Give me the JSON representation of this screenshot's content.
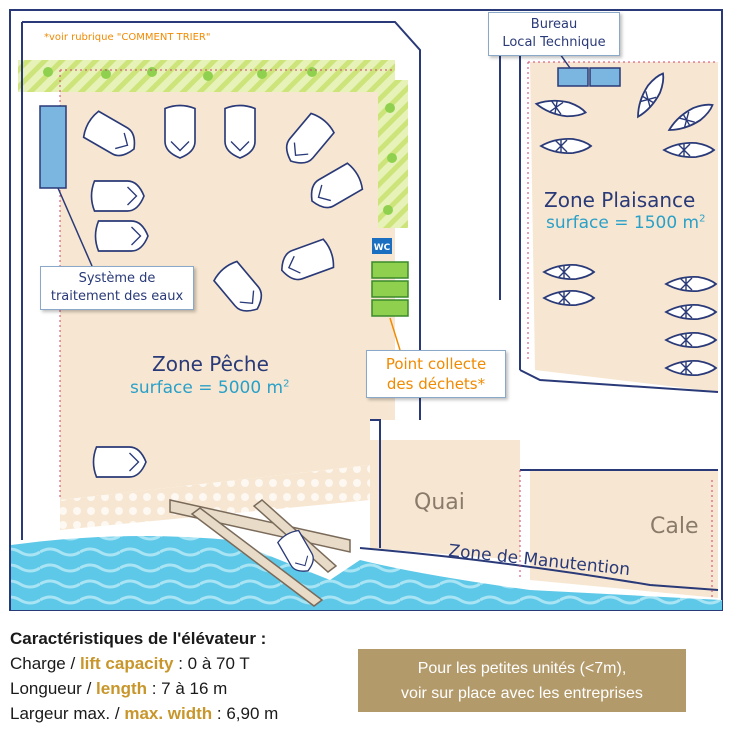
{
  "map": {
    "note_trier": "*voir rubrique \"COMMENT TRIER\"",
    "bureau_line1": "Bureau",
    "bureau_line2": "Local Technique",
    "traitement_line1": "Système de",
    "traitement_line2": "traitement des eaux",
    "wc": "WC",
    "collecte_line1": "Point collecte",
    "collecte_line2": "des déchets*",
    "zone_peche": {
      "title": "Zone Pêche",
      "surface": "surface = 5000 m",
      "unit_sup": "2"
    },
    "zone_plaisance": {
      "title": "Zone Plaisance",
      "surface": "surface = 1500 m",
      "unit_sup": "2"
    },
    "quai": "Quai",
    "cale": "Cale",
    "zone_manutention": "Zone de Manutention"
  },
  "colors": {
    "sea": "#5ec8e8",
    "land": "#f7e7d2",
    "outline": "#2a3a78",
    "hedge": "#cde47a",
    "bin": "#8fd14f",
    "wc": "#1a6fc0",
    "accent": "#f08a00",
    "tan": "#b39a6a"
  },
  "legend": {
    "title": "Caractéristiques de l'élévateur :",
    "rows": [
      {
        "fr": "Charge / ",
        "en": "lift capacity",
        "value": " : 0 à 70 T"
      },
      {
        "fr": "Longueur / ",
        "en": "length",
        "value": " : 7 à 16 m"
      },
      {
        "fr": "Largeur max. / ",
        "en": "max. width",
        "value": " : 6,90 m"
      }
    ]
  },
  "note": {
    "line1": "Pour les petites unités (<7m),",
    "line2": "voir sur place avec les entreprises"
  }
}
